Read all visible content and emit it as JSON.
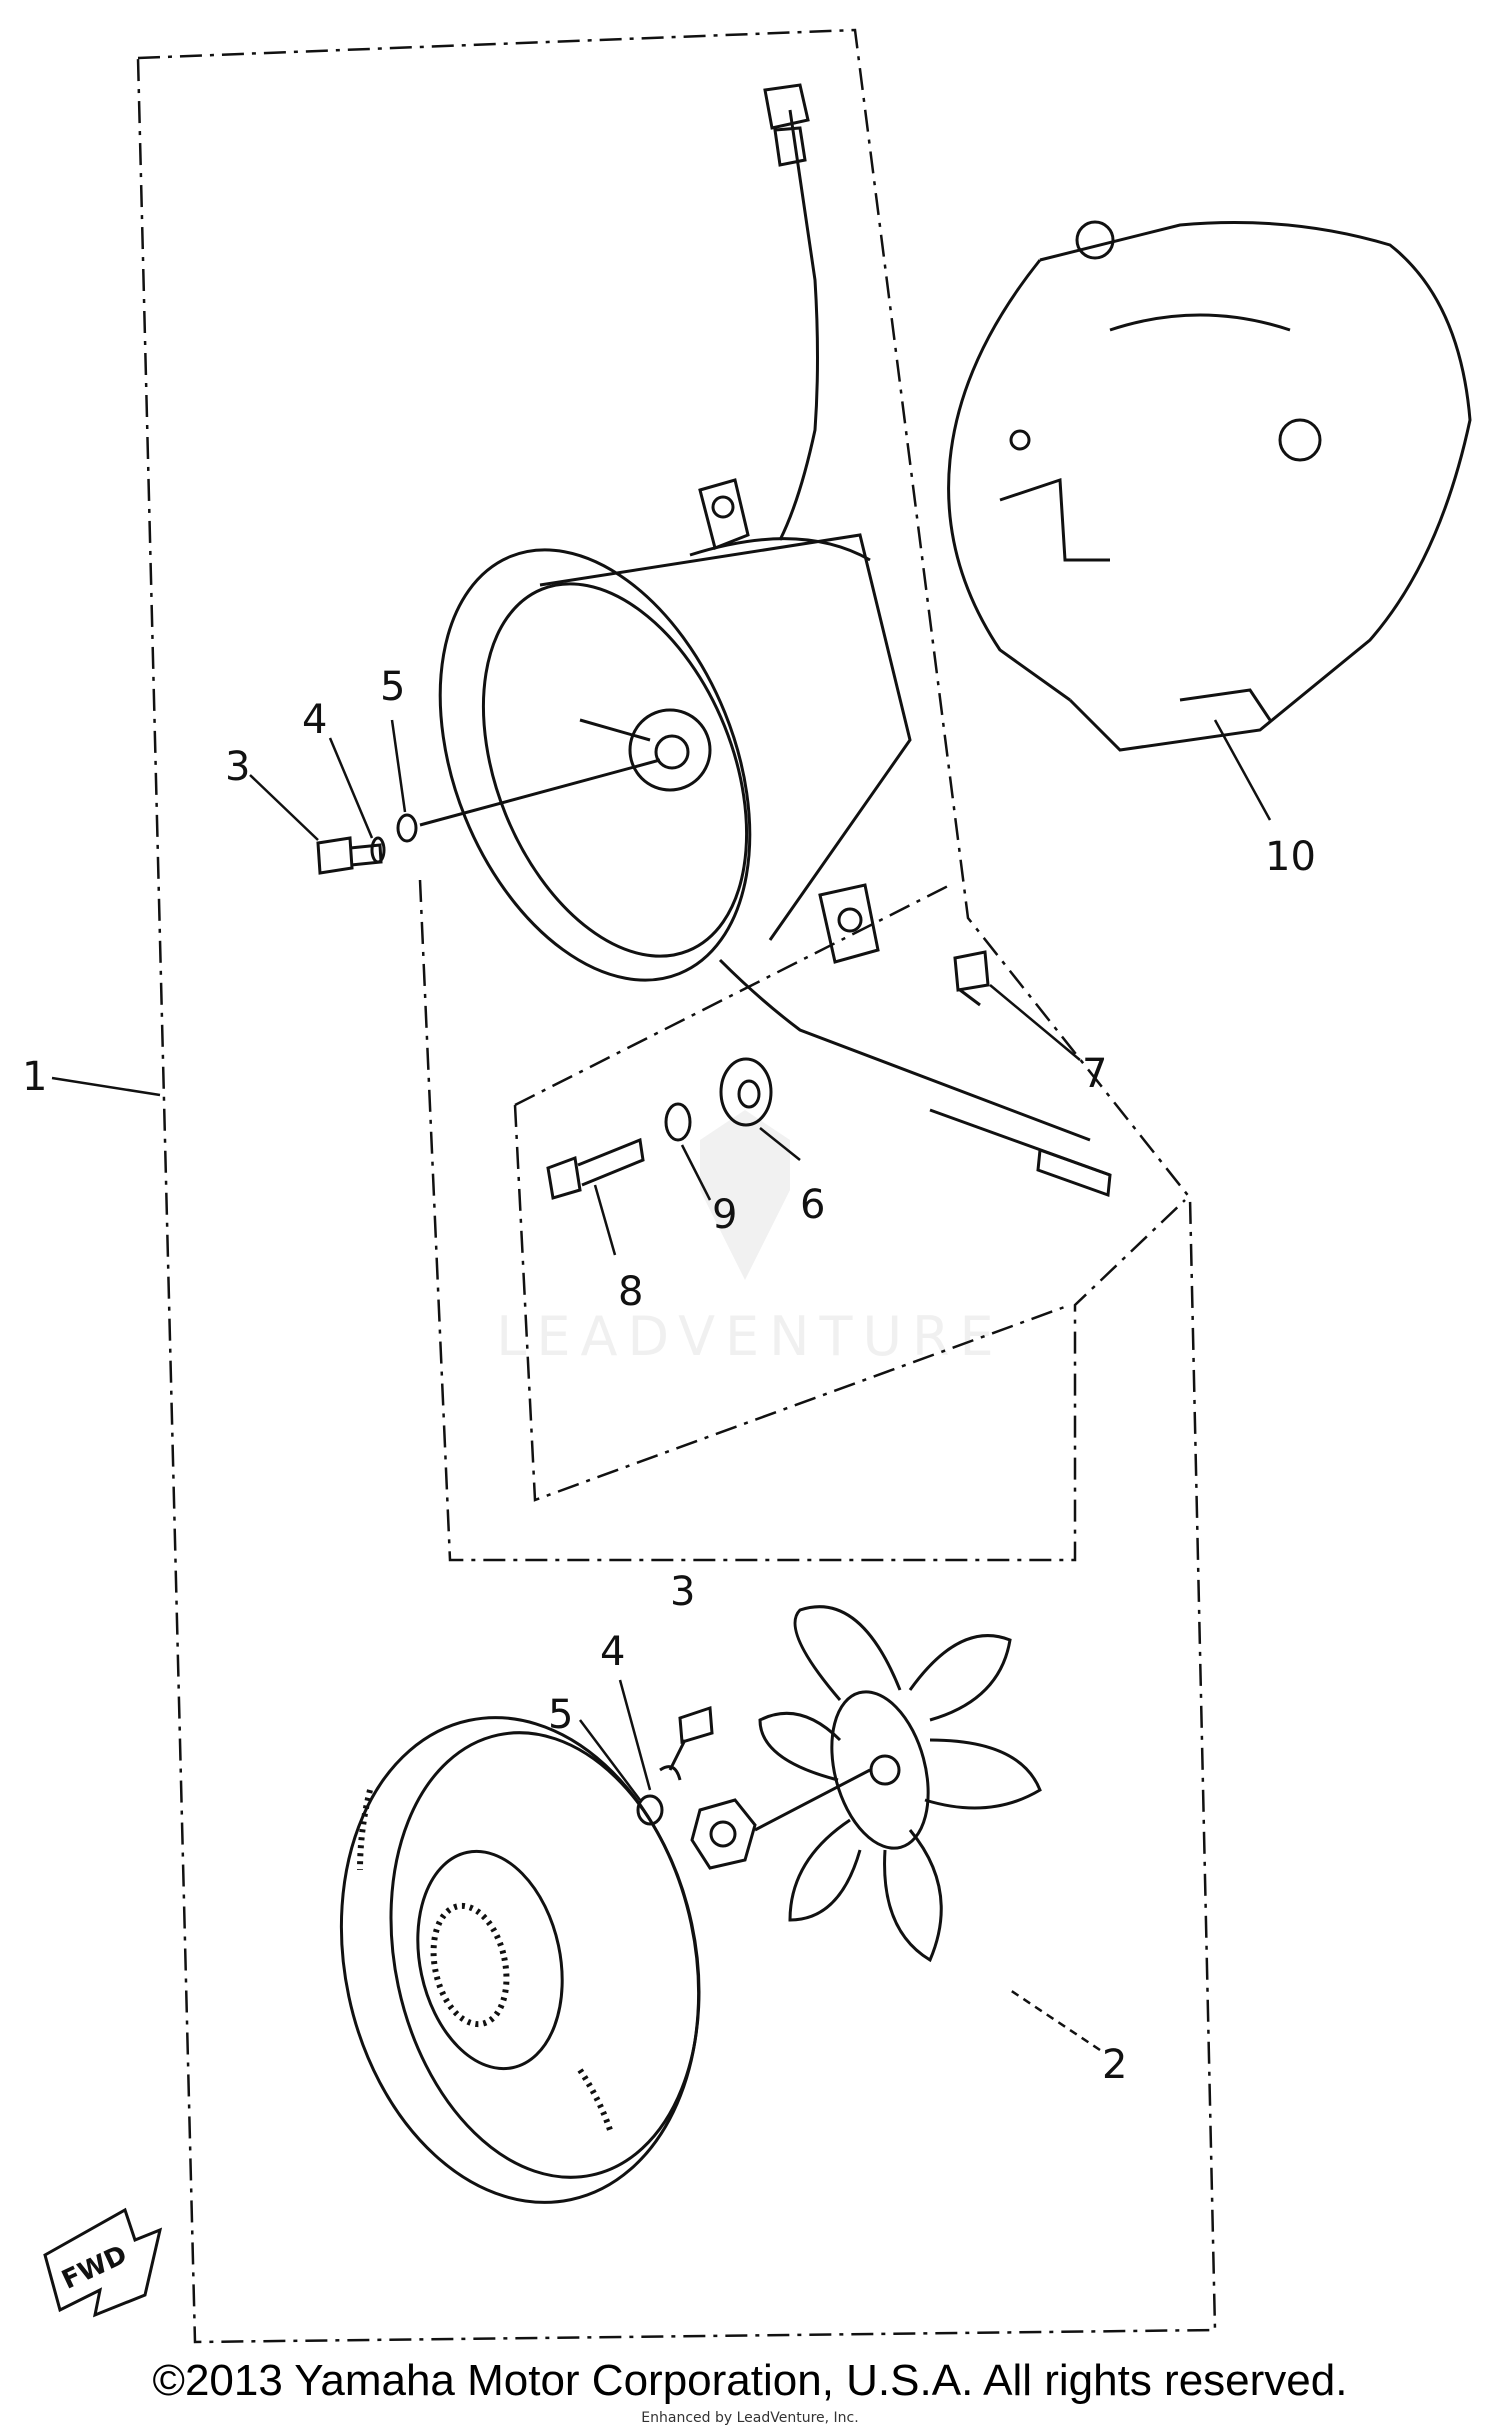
{
  "callouts": [
    {
      "id": "c1",
      "text": "1"
    },
    {
      "id": "c2",
      "text": "2"
    },
    {
      "id": "c3a",
      "text": "3"
    },
    {
      "id": "c3b",
      "text": "3"
    },
    {
      "id": "c4a",
      "text": "4"
    },
    {
      "id": "c4b",
      "text": "4"
    },
    {
      "id": "c5a",
      "text": "5"
    },
    {
      "id": "c5b",
      "text": "5"
    },
    {
      "id": "c6",
      "text": "6"
    },
    {
      "id": "c7",
      "text": "7"
    },
    {
      "id": "c8",
      "text": "8"
    },
    {
      "id": "c9",
      "text": "9"
    },
    {
      "id": "c10",
      "text": "10"
    }
  ],
  "fwd_label": "FWD",
  "watermark": "LEADVENTURE",
  "copyright": "©2013 Yamaha Motor Corporation, U.S.A. All rights reserved.",
  "credit": "Enhanced by LeadVenture, Inc."
}
